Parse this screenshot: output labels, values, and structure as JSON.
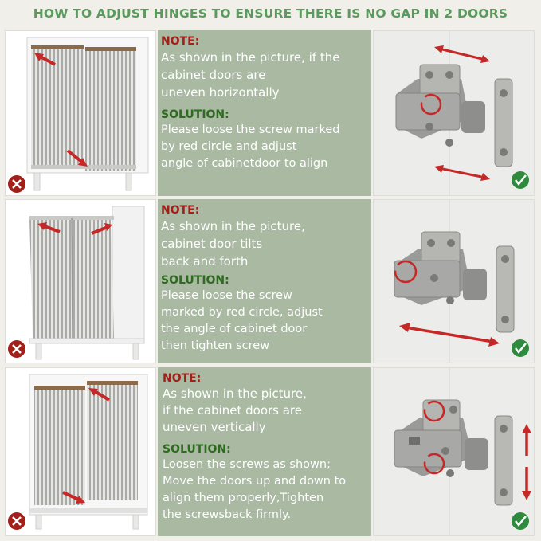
{
  "header": {
    "title": "HOW TO ADJUST HINGES TO ENSURE THERE IS NO GAP IN 2 DOORS"
  },
  "colors": {
    "accent_green": "#5a9a5c",
    "note_red": "#a3201a",
    "solution_green": "#2d6b1f",
    "panel_sage": "#a9b9a2",
    "arrow_red": "#c62828"
  },
  "steps": [
    {
      "note_label": "NOTE:",
      "note_text": "As shown in the picture, if the\ncabinet doors are\nuneven horizontally",
      "solution_label": "SOLUTION:",
      "solution_text": "Please loose the screw marked\nby red circle and adjust\nangle of cabinetdoor to align",
      "status_before": "x-icon",
      "status_after": "check-icon"
    },
    {
      "note_label": "NOTE:",
      "note_text": "As shown in the picture,\ncabinet door tilts\nback and forth",
      "solution_label": "SOLUTION:",
      "solution_text": "Please loose the screw\nmarked by red circle, adjust\nthe angle of cabinet door\nthen tighten screw",
      "status_before": "x-icon",
      "status_after": "check-icon"
    },
    {
      "note_label": "NOTE:",
      "note_text": "As shown in the picture,\nif the cabinet doors are\nuneven vertically",
      "solution_label": "SOLUTION:",
      "solution_text": "Loosen the screws as shown;\nMove the doors up and down to\nalign them properly,Tighten\nthe screwsback firmly.",
      "status_before": "x-icon",
      "status_after": "check-icon"
    }
  ]
}
